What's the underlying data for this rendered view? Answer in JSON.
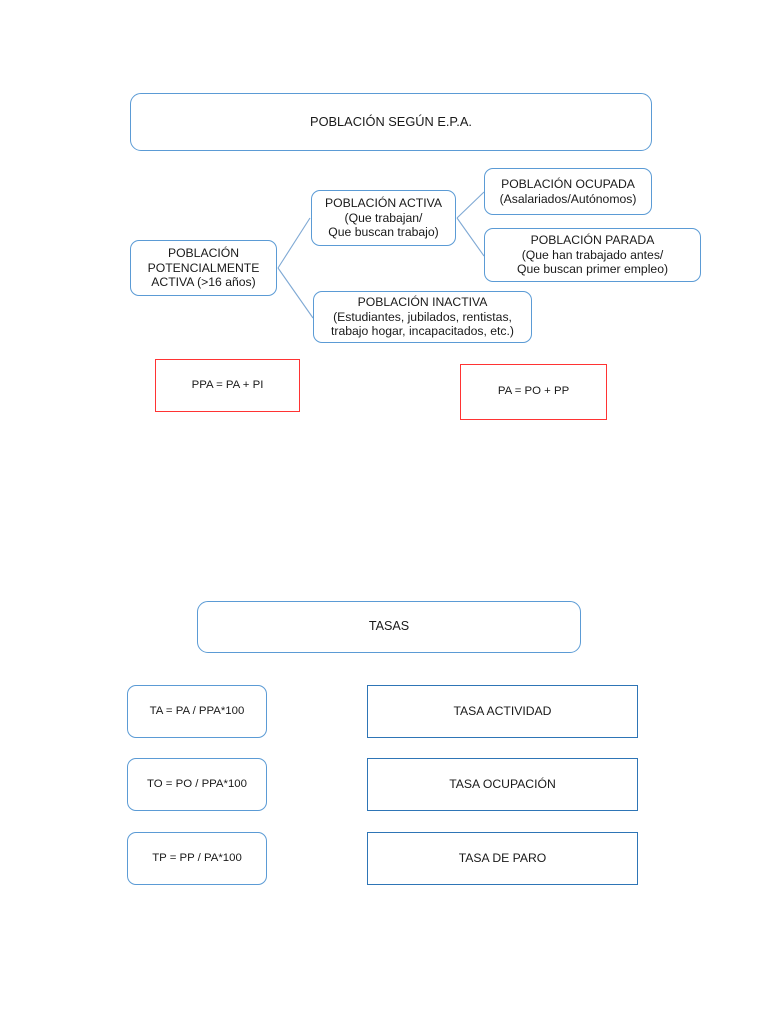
{
  "document": {
    "title": "POBLACIÓN SEGÚN E.P.A."
  },
  "colors": {
    "box_border_light_blue": "#5B9BD5",
    "box_border_strong_blue": "#2E75B6",
    "formula_border_red": "#FF3333",
    "connector_line": "#7FA9D4",
    "text": "#000000",
    "background": "#FFFFFF"
  },
  "epa_section": {
    "header": "POBLACIÓN SEGÚN E.P.A.",
    "root": {
      "label": "POBLACIÓN\nPOTENCIALMENTE\nACTIVA (>16 años)"
    },
    "branches": [
      {
        "key": "activa",
        "label": "POBLACIÓN ACTIVA\n(Que trabajan/\nQue buscan trabajo)",
        "children": [
          {
            "key": "ocupada",
            "label": "POBLACIÓN OCUPADA\n(Asalariados/Autónomos)"
          },
          {
            "key": "parada",
            "label": "POBLACIÓN PARADA\n(Que han trabajado antes/\nQue buscan primer empleo)"
          }
        ]
      },
      {
        "key": "inactiva",
        "label": "POBLACIÓN INACTIVA\n(Estudiantes, jubilados, rentistas,\ntrabajo hogar, incapacitados, etc.)",
        "children": []
      }
    ],
    "formulas": [
      {
        "key": "ppa",
        "text": "PPA = PA + PI"
      },
      {
        "key": "pa",
        "text": "PA = PO + PP"
      }
    ]
  },
  "rates_section": {
    "header": "TASAS",
    "rows": [
      {
        "formula": "TA = PA / PPA*100",
        "label": "TASA ACTIVIDAD"
      },
      {
        "formula": "TO = PO / PPA*100",
        "label": "TASA OCUPACIÓN"
      },
      {
        "formula": "TP = PP / PA*100",
        "label": "TASA DE PARO"
      }
    ]
  }
}
